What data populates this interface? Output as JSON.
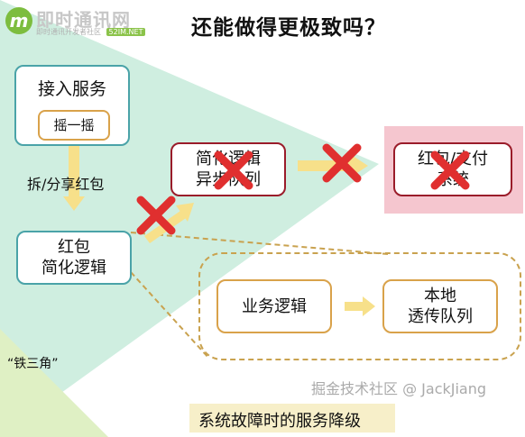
{
  "logo": {
    "badge": "m",
    "title": "即时通讯网",
    "subtitle": "即时通讯开发者社区",
    "domain": "52IM.NET"
  },
  "title": "还能做得更极致吗？",
  "nodes": {
    "access_service": "接入服务",
    "shake": "摇一摇",
    "share_label": "拆/分享红包",
    "simplified_logic_left": [
      "红包",
      "简化逻辑"
    ],
    "simplified_logic_top": [
      "简化逻辑",
      "异步队列"
    ],
    "payment": [
      "红包/支付",
      "系统"
    ],
    "business_logic": "业务逻辑",
    "local_queue": [
      "本地",
      "透传队列"
    ]
  },
  "triangle_label": "“铁三角”",
  "footer": "系统故障时的服务降级",
  "watermark": "掘金技术社区 @ JackJiang",
  "colors": {
    "triangle": "#cfeee0",
    "green_band": "#dff0c4",
    "teal_border": "#4aa3a8",
    "red_border": "#9a1c2a",
    "orange_border": "#d9a24a",
    "arrow": "#f7e08a",
    "cross": "#e02f2f",
    "pink_panel": "#f5c6cf",
    "footer_bar": "#f7efc9"
  }
}
